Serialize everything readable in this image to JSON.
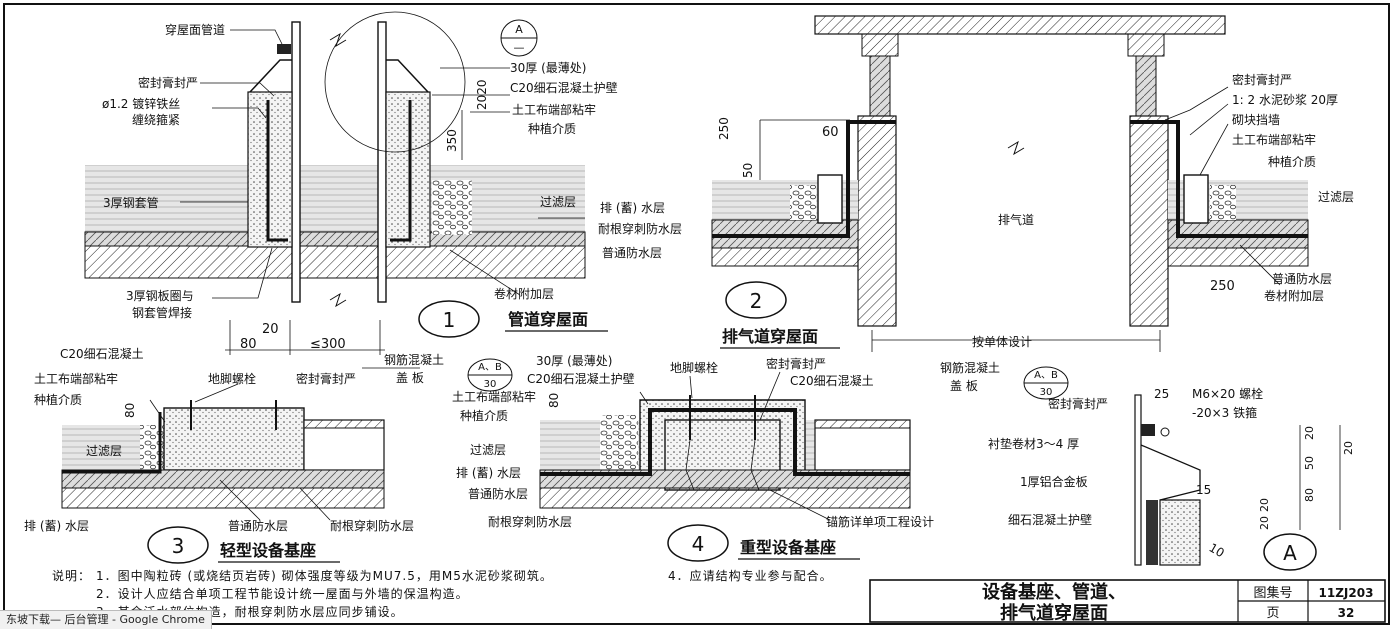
{
  "window": {
    "status_text": "东坡下载— 后台管理 - Google Chrome"
  },
  "detail1": {
    "number": "1",
    "title": "管道穿屋面",
    "callout_letter": "A",
    "callout_sheet": "—",
    "labels": {
      "pipe": "穿屋面管道",
      "sealant": "密封膏封严",
      "wire": "ø1.2 镀锌铁丝",
      "wire2": "缠绕箍紧",
      "sleeve": "3厚钢套管",
      "ring": "3厚钢板圈与",
      "ring2": "钢套管焊接",
      "thick30": "30厚 (最薄处)",
      "c20wall": "C20细石混凝土护壁",
      "geotextile": "土工布端部粘牢",
      "soil": "种植介质",
      "filter": "过滤层",
      "drain": "排 (蓄) 水层",
      "rootproof": "耐根穿刺防水层",
      "waterproof": "普通防水层",
      "extra": "卷材附加层"
    },
    "dims": {
      "d350": "350",
      "d2020": "2020",
      "d20": "20",
      "d80": "80",
      "d300": "≤300"
    }
  },
  "detail2": {
    "number": "2",
    "title": "排气道穿屋面",
    "labels": {
      "sealant": "密封膏封严",
      "mortar": "1: 2 水泥砂浆 20厚",
      "blockwall": "砌块挡墙",
      "geotextile": "土工布端部粘牢",
      "soil": "种植介质",
      "filter": "过滤层",
      "duct": "排气道",
      "waterproof": "普通防水层",
      "extra": "卷材附加层",
      "design": "按单体设计"
    },
    "dims": {
      "d60": "60",
      "d250a": "250",
      "d50": "50",
      "d250b": "250"
    }
  },
  "detail3": {
    "number": "3",
    "title": "轻型设备基座",
    "labels": {
      "c20": "C20细石混凝土",
      "geotextile": "土工布端部粘牢",
      "soil": "种植介质",
      "filter": "过滤层",
      "drain": "排 (蓄) 水层",
      "bolt": "地脚螺栓",
      "sealant": "密封膏封严",
      "rc": "钢筋混凝土",
      "cover": "盖  板",
      "waterproof": "普通防水层",
      "rootproof": "耐根穿刺防水层",
      "callout_top": "A、B",
      "callout_bottom": "30"
    },
    "dims": {
      "d80": "80"
    }
  },
  "detail4": {
    "number": "4",
    "title": "重型设备基座",
    "labels": {
      "thick30": "30厚 (最薄处)",
      "c20wall": "C20细石混凝土护壁",
      "geotextile": "土工布端部粘牢",
      "soil": "种植介质",
      "filter": "过滤层",
      "drain": "排 (蓄) 水层",
      "waterproof": "普通防水层",
      "rootproof": "耐根穿刺防水层",
      "bolt": "地脚螺栓",
      "sealant": "密封膏封严",
      "c20": "C20细石混凝土",
      "rc": "钢筋混凝土",
      "cover": "盖  板",
      "anchor": "锚筋详单项工程设计",
      "callout_top": "A、B",
      "callout_bottom": "30"
    },
    "dims": {
      "d80": "80"
    }
  },
  "detailA": {
    "letter": "A",
    "labels": {
      "sealant": "密封膏封严",
      "bolt": "M6×20   螺栓",
      "strap": "-20×3   铁箍",
      "liner": "衬垫卷材3～4 厚",
      "alu": "1厚铝合金板",
      "concrete": "细石混凝土护壁"
    },
    "dims": {
      "d25": "25",
      "d20a": "20",
      "d20b": "20",
      "d50": "50",
      "d80": "80",
      "d15": "15",
      "d20c": "20",
      "d20d": "20",
      "d10": "10"
    }
  },
  "notes": {
    "lead": "说明：",
    "n1": "1．图中陶粒砖 (或烧结页岩砖) 砌体强度等级为MU7.5，用M5水泥砂浆砌筑。",
    "n2": "2．设计人应结合单项工程节能设计统一屋面与外墙的保温构造。",
    "n3": "3．其余泛水部位构造，耐根穿刺防水层应同步铺设。",
    "n4": "4．应请结构专业参与配合。"
  },
  "title_block": {
    "title_line1": "设备基座、管道、",
    "title_line2": "排气道穿屋面",
    "atlas_label": "图集号",
    "atlas_no": "11ZJ203",
    "page_label": "页",
    "page_no": "32"
  }
}
